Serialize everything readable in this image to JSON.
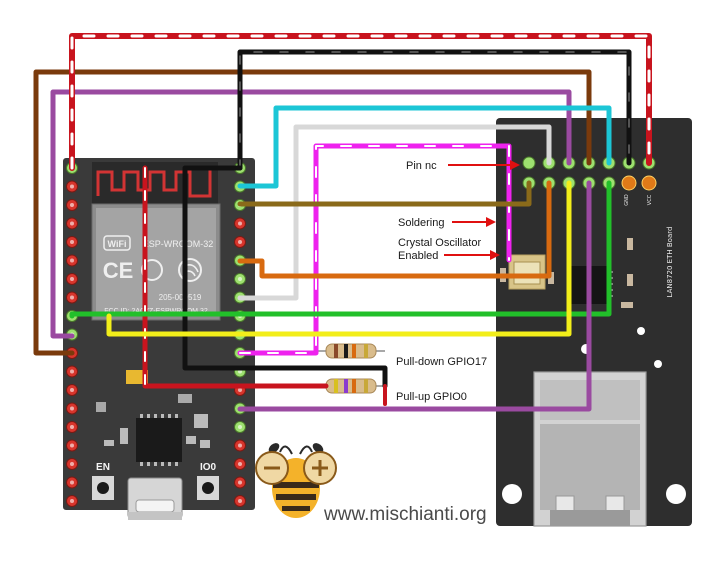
{
  "annotations": {
    "pin_nc": "Pin nc",
    "soldering": "Soldering",
    "crystal_line1": "Crystal Oscillator",
    "crystal_line2": "Enabled",
    "pull_down": "Pull-down GPIO17",
    "pull_up": "Pull-up GPIO0"
  },
  "esp32": {
    "module_text": "ESP-WROOM-32",
    "wifi_text": "WiFi",
    "ce_text": "CE",
    "fcc_text": "FCC ID: 2AC7Z-ESPWROOM 32",
    "code_text": "205-000519",
    "button_en": "EN",
    "button_io0": "IO0"
  },
  "lan_board": {
    "label": "LAN8720 ETH Board",
    "pin_gnd": "GND",
    "pin_vcc": "VCC"
  },
  "watermark": "www.mischianti.org",
  "colors": {
    "wire_red": "#c8141e",
    "wire_brown": "#7a3a0c",
    "wire_purple": "#9a4aa0",
    "wire_black": "#111111",
    "wire_cyan": "#1cc6d6",
    "wire_white": "#d8d8d8",
    "wire_magenta": "#ee22ee",
    "wire_olive": "#8a6a1a",
    "wire_orange": "#d86a10",
    "wire_yellow": "#f2ee1a",
    "wire_green": "#22c02a",
    "board_dark": "#3a3a3a",
    "lan_board": "#2e2e2e",
    "pin_green": "#9ee070",
    "pin_red": "#d8352c"
  }
}
